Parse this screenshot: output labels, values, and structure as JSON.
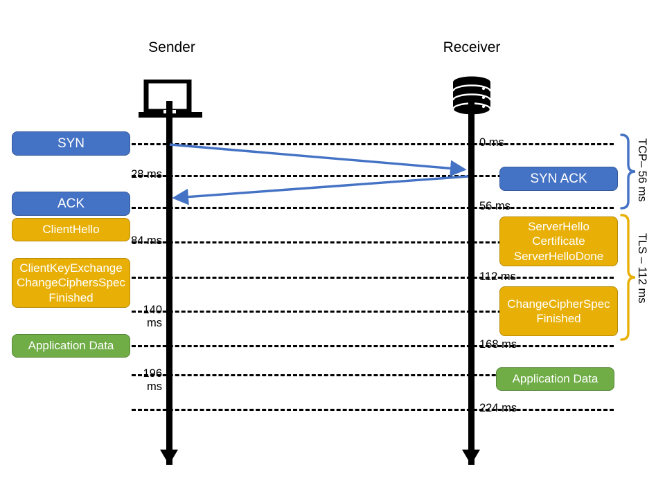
{
  "diagram": {
    "title": "TCP and TLS handshake sequence diagram",
    "endpoints": {
      "sender": "Sender",
      "receiver": "Receiver"
    },
    "icons": {
      "sender": "laptop-icon",
      "receiver": "database-icon"
    },
    "colors": {
      "tcp_blue": "#4472C4",
      "tls_yellow": "#E8B007",
      "app_green": "#70AD47",
      "lifeline_black": "#000000",
      "background": "#FFFFFF"
    }
  },
  "time_labels": {
    "left": [
      {
        "text": "28 ms",
        "wrapped": false
      },
      {
        "text": "84 ms",
        "wrapped": false
      },
      {
        "text": "140 ms",
        "wrapped": true,
        "line1": "140",
        "line2": "ms"
      },
      {
        "text": "196 ms",
        "wrapped": true,
        "line1": "196",
        "line2": "ms"
      }
    ],
    "right": [
      {
        "text": "0 ms"
      },
      {
        "text": "56 ms"
      },
      {
        "text": "112 ms"
      },
      {
        "text": "168 ms"
      },
      {
        "text": "224 ms"
      }
    ]
  },
  "messages": {
    "sender": [
      {
        "label": "SYN",
        "color_key": "tcp_blue",
        "lines": [
          "SYN"
        ]
      },
      {
        "label": "ACK",
        "color_key": "tcp_blue",
        "lines": [
          "ACK"
        ]
      },
      {
        "label": "ClientHello",
        "color_key": "tls_yellow",
        "lines": [
          "ClientHello"
        ]
      },
      {
        "label": "ClientKeyExchange ChangeCiphersSpec Finished",
        "color_key": "tls_yellow",
        "lines": [
          "ClientKeyExchange",
          "ChangeCiphersSpec",
          "Finished"
        ]
      },
      {
        "label": "Application Data",
        "color_key": "app_green",
        "lines": [
          "Application Data"
        ]
      }
    ],
    "receiver": [
      {
        "label": "SYN ACK",
        "color_key": "tcp_blue",
        "lines": [
          "SYN ACK"
        ]
      },
      {
        "label": "ServerHello Certificate ServerHelloDone",
        "color_key": "tls_yellow",
        "lines": [
          "ServerHello",
          "Certificate",
          "ServerHelloDone"
        ]
      },
      {
        "label": "ChangeCipherSpec Finished",
        "color_key": "tls_yellow",
        "lines": [
          "ChangeCipherSpec",
          "Finished"
        ]
      },
      {
        "label": "Application Data",
        "color_key": "app_green",
        "lines": [
          "Application Data"
        ]
      }
    ]
  },
  "brackets": [
    {
      "label": "TCP– 56 ms",
      "color_key": "tcp_blue"
    },
    {
      "label": "TLS – 112 ms",
      "color_key": "tls_yellow"
    }
  ],
  "arrows": [
    {
      "name": "syn-arrow",
      "direction": "sender-to-receiver",
      "from_ms": 0,
      "to_ms": 28
    },
    {
      "name": "syn-ack-arrow",
      "direction": "receiver-to-sender",
      "from_ms": 28,
      "to_ms": 56
    }
  ]
}
